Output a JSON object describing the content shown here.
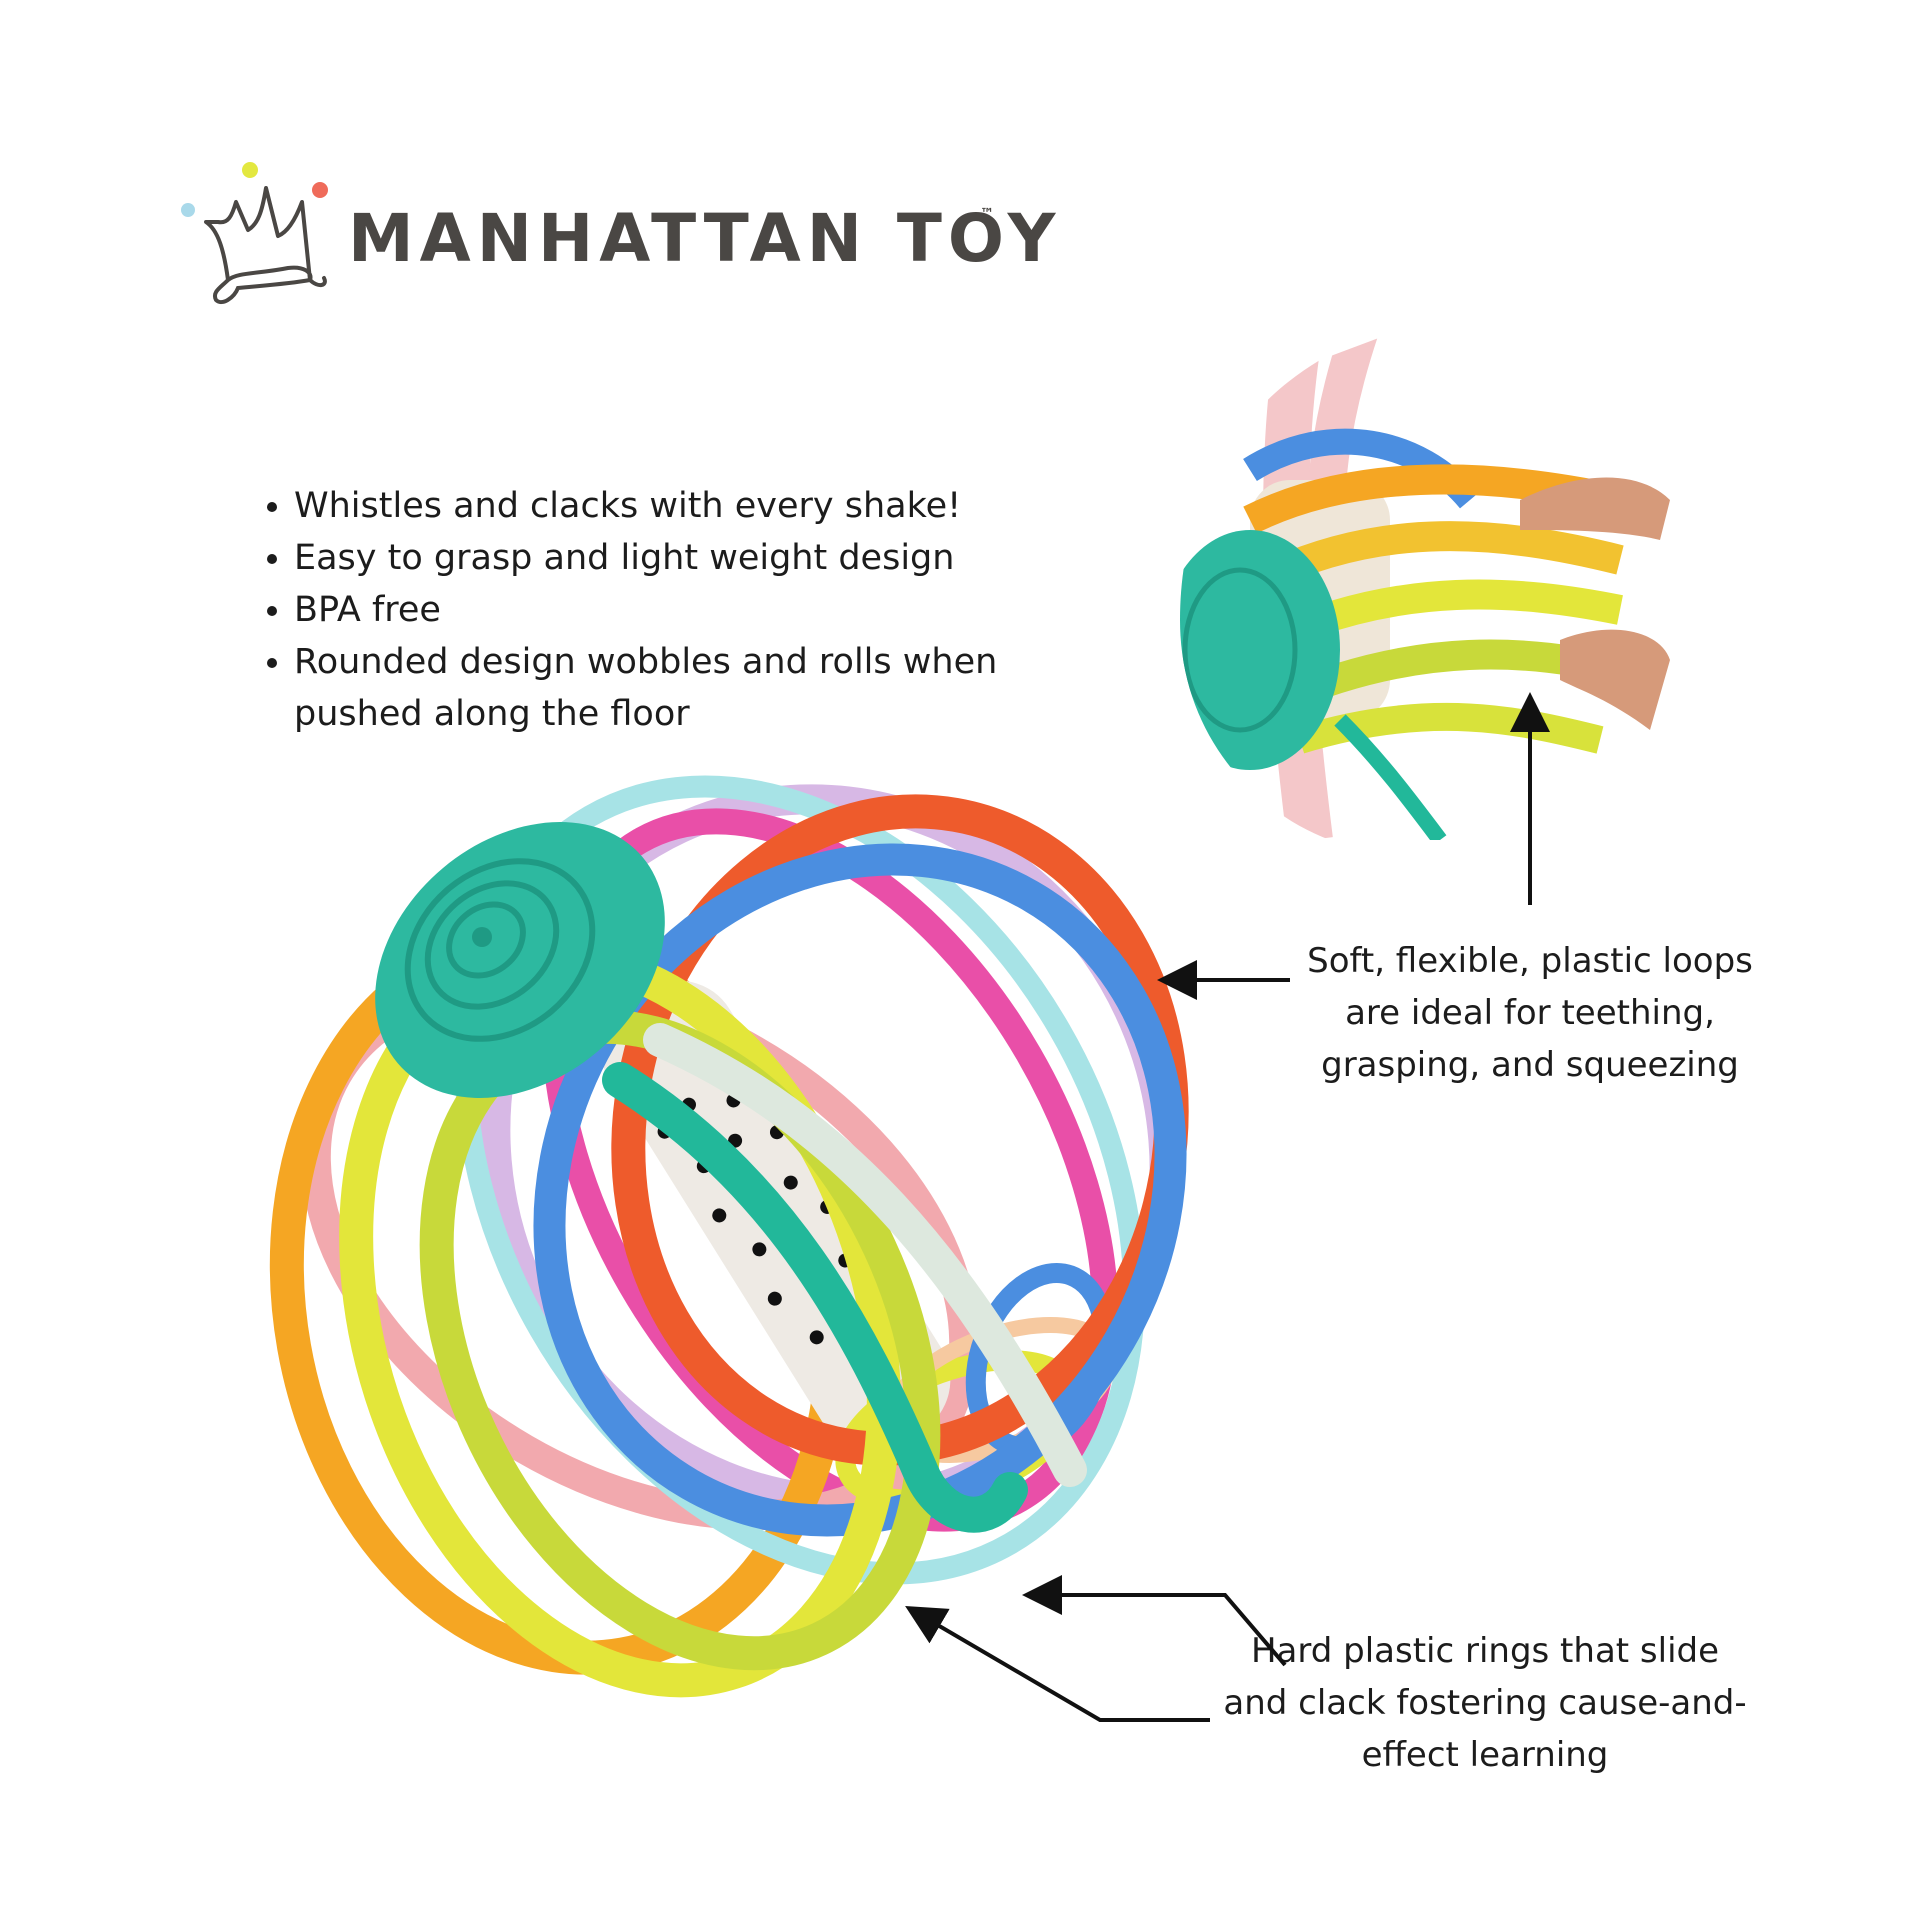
{
  "brand": {
    "name": "MANHATTAN TOY",
    "trademark": "™",
    "logo_icon": "crown-icon",
    "dot_colors": [
      "#a9d9ea",
      "#e3e840",
      "#ef6b5a"
    ]
  },
  "features": [
    "Whistles and clacks with every shake!",
    "Easy to grasp and light weight design",
    "BPA free",
    "Rounded design wobbles and rolls when pushed along the floor"
  ],
  "callouts": {
    "loops": [
      "Soft, flexible, plastic loops",
      "are ideal for teething,",
      "grasping, and squeezing"
    ],
    "rings": [
      "Hard plastic rings that slide",
      "and clack fostering cause-and-",
      "effect learning"
    ]
  },
  "product": {
    "images": [
      "toy-ball-main-image",
      "toy-ball-closeup-image"
    ],
    "loop_colors": [
      "#f5a623",
      "#e3e63a",
      "#c8d93a",
      "#f2a9ae",
      "#ee5b2c",
      "#4b8ee0",
      "#e94fa8",
      "#d7b8e5",
      "#dde8de",
      "#22b89a",
      "#a7e3e6"
    ],
    "hub_color": "#2db9a0",
    "core_color": "#eeeae4",
    "dot_color": "#111111"
  }
}
